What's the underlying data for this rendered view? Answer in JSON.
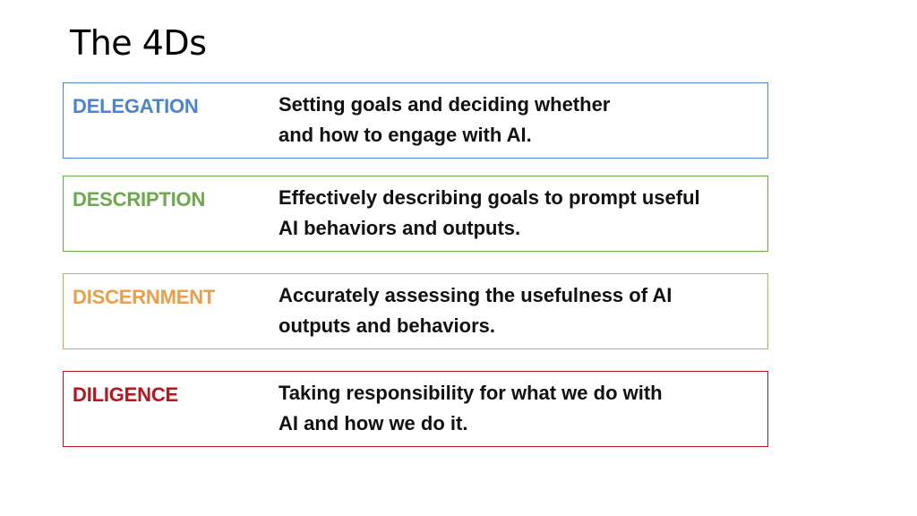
{
  "title": "The 4Ds",
  "cards": [
    {
      "term": "DELEGATION",
      "line1": "Setting goals and deciding whether",
      "line2": "and how to engage with AI.",
      "color": "#4A86D0"
    },
    {
      "term": "DESCRIPTION",
      "line1": "Effectively describing goals to prompt useful",
      "line2": "AI behaviors and outputs.",
      "color": "#6CAA4C"
    },
    {
      "term": "DISCERNMENT",
      "line1": "Accurately assessing the usefulness of AI",
      "line2": "outputs and behaviors.",
      "color": "#E8A04A"
    },
    {
      "term": "DILIGENCE",
      "line1": "Taking responsibility for what we do with",
      "line2": "AI and how we do it.",
      "color": "#B8161C"
    }
  ]
}
